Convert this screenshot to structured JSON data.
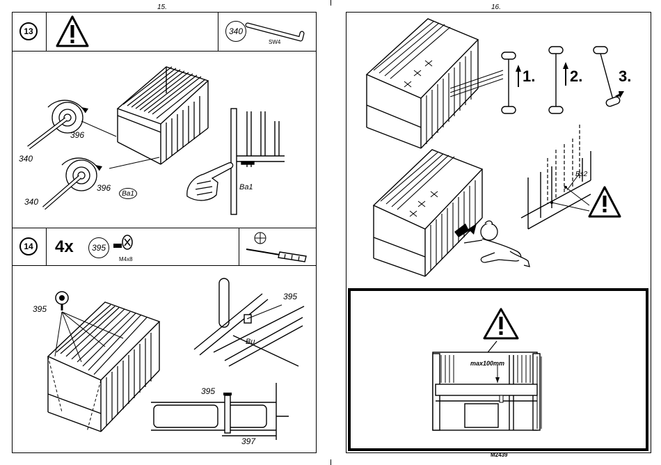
{
  "pages": {
    "left_number": "15.",
    "right_number": "16."
  },
  "step13": {
    "number": "13",
    "tool_part": "340",
    "tool_name": "SW4",
    "labels": {
      "part_396_a": "396",
      "part_396_b": "396",
      "part_340_a": "340",
      "part_340_b": "340",
      "callout_ba1": "Ba1",
      "side_ba1": "Ba1"
    }
  },
  "step14": {
    "number": "14",
    "quantity": "4x",
    "part": "395",
    "screw_size": "M4x8",
    "labels": {
      "part_395_left": "395",
      "part_395_detail": "395",
      "callout_bu": "Bu",
      "part_395_section": "395",
      "part_397": "397"
    }
  },
  "page16": {
    "steps": [
      "1.",
      "2.",
      "3."
    ],
    "callout_bs2": "Bs2",
    "max_gap": "max100mm",
    "doc_code": "M2439"
  }
}
